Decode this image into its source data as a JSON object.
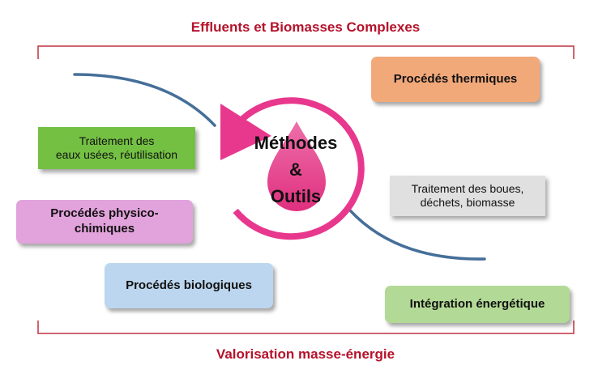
{
  "top_title": "Effluents et Biomasses Complexes",
  "bottom_title": "Valorisation masse-énergie",
  "center": {
    "line1": "Méthodes",
    "line2": "&",
    "line3": "Outils"
  },
  "boxes": {
    "thermiques": "Procédés thermiques",
    "eaux_line1": "Traitement des",
    "eaux_line2": "eaux usées, réutilisation",
    "physico_line1": "Procédés physico-",
    "physico_line2": "chimiques",
    "boues_line1": "Traitement des boues,",
    "boues_line2": "déchets, biomasse",
    "biologiques": "Procédés biologiques",
    "integration": "Intégration énergétique"
  },
  "colors": {
    "title_red": "#b5122a",
    "magenta": "#e8388d",
    "curve_blue": "#456f99",
    "bracket_red": "#c03040",
    "orange": "#f2a97a",
    "green": "#74c043",
    "pink": "#e2a2dc",
    "grey": "#e0e0e0",
    "light_blue": "#bcd6ef",
    "light_green": "#b3d996"
  }
}
